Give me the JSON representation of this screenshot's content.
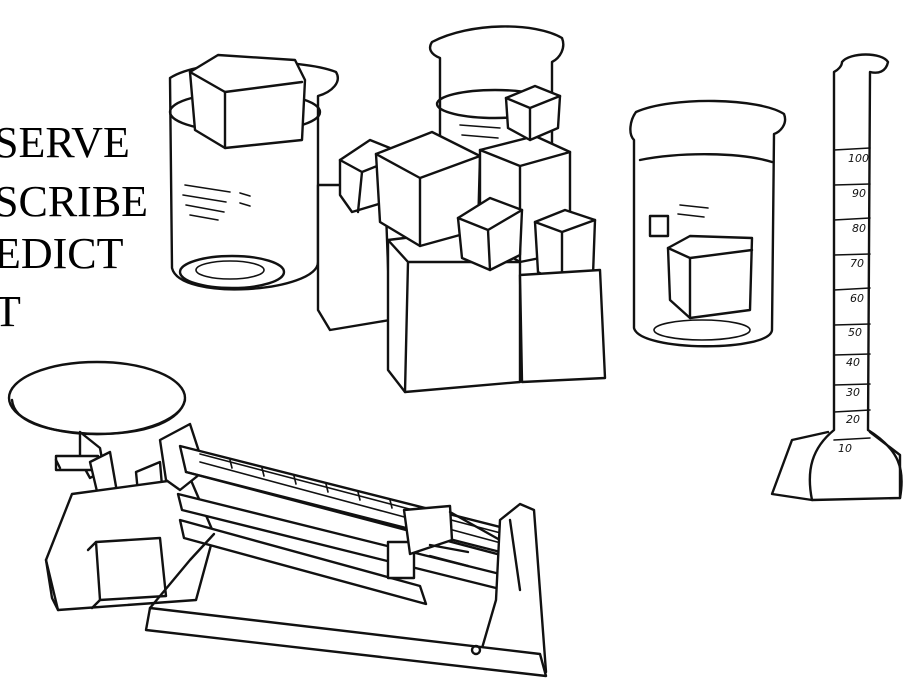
{
  "side_words": [
    "SERVE",
    "SCRIBE",
    "EDICT",
    "T"
  ],
  "cylinder_marks": [
    "100",
    "90",
    "80",
    "70",
    "60",
    "50",
    "40",
    "30",
    "20",
    "10"
  ]
}
